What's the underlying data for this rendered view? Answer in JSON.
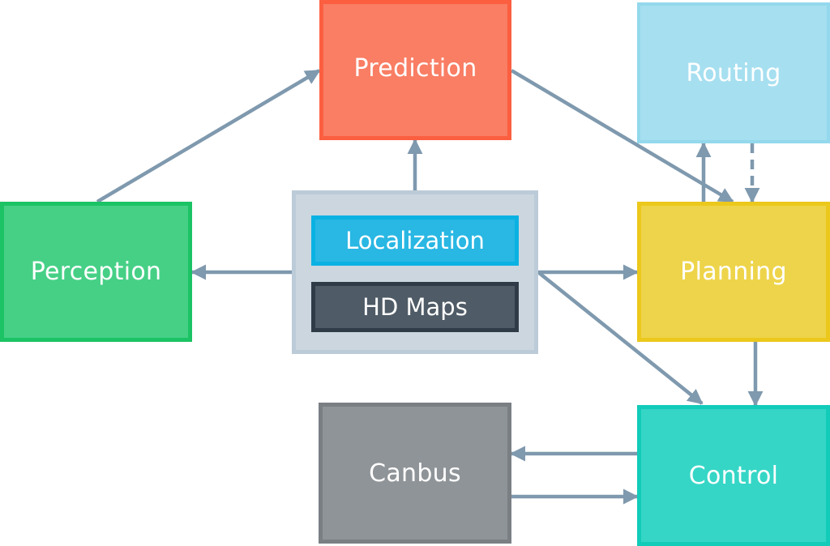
{
  "diagram": {
    "title": "",
    "nodes": {
      "prediction": {
        "label": "Prediction",
        "fill": "#f97e64",
        "border": "#fb5f40"
      },
      "routing": {
        "label": "Routing",
        "fill": "#a6dff0",
        "border": "#93d8ec"
      },
      "perception": {
        "label": "Perception",
        "fill": "#46d086",
        "border": "#1bc364"
      },
      "planning": {
        "label": "Planning",
        "fill": "#eed44a",
        "border": "#ebc81b"
      },
      "canbus": {
        "label": "Canbus",
        "fill": "#8f9498",
        "border": "#7a7f84"
      },
      "control": {
        "label": "Control",
        "fill": "#35d6c6",
        "border": "#12cbb9"
      },
      "localization": {
        "label": "Localization",
        "fill": "#29b7e3",
        "border": "#09b2e2"
      },
      "hd_maps": {
        "label": "HD Maps",
        "fill": "#4f5b66",
        "border": "#2f3c48"
      }
    },
    "group": {
      "members": [
        "localization",
        "hd_maps"
      ],
      "fill": "#cbd6df",
      "border": "#bccbd8"
    },
    "edge_color": "#7f99ae",
    "edges": [
      {
        "from": "perception",
        "to": "prediction",
        "style": "solid"
      },
      {
        "from": "localization_hd_maps_group",
        "to": "prediction",
        "style": "solid"
      },
      {
        "from": "localization_hd_maps_group",
        "to": "perception",
        "style": "solid"
      },
      {
        "from": "localization_hd_maps_group",
        "to": "planning",
        "style": "solid"
      },
      {
        "from": "localization_hd_maps_group",
        "to": "control",
        "style": "solid"
      },
      {
        "from": "prediction",
        "to": "planning",
        "style": "solid"
      },
      {
        "from": "planning",
        "to": "routing",
        "style": "solid"
      },
      {
        "from": "routing",
        "to": "planning",
        "style": "dashed"
      },
      {
        "from": "planning",
        "to": "control",
        "style": "solid"
      },
      {
        "from": "control",
        "to": "canbus",
        "style": "solid"
      },
      {
        "from": "canbus",
        "to": "control",
        "style": "solid"
      }
    ]
  }
}
